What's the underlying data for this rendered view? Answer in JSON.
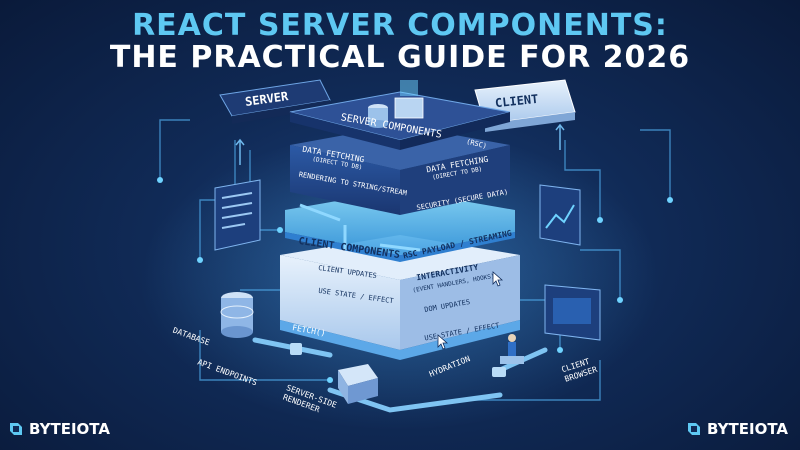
{
  "title": {
    "line1": "REACT SERVER COMPONENTS:",
    "line2": "THE PRACTICAL GUIDE FOR 2026"
  },
  "tags": {
    "server": "SERVER",
    "client": "CLIENT"
  },
  "stack": {
    "top_heading": "SERVER COMPONENTS",
    "top_sub": "(RSC)",
    "server_layer": {
      "item1": "DATA FETCHING",
      "item1_sub": "(DIRECT TO DB)",
      "item2": "DATA FETCHING",
      "item2_sub": "(DIRECT TO DB)",
      "item3": "RENDERING TO STRING/STREAM",
      "item4": "SECURITY (SECURE DATA)"
    },
    "middle": {
      "payload": "RSC PAYLOAD / STREAMING"
    },
    "client_layer": {
      "heading": "CLIENT COMPONENTS",
      "item1": "CLIENT UPDATES",
      "item2": "USE STATE / EFFECT",
      "item3": "INTERACTIVITY",
      "item3_sub": "(EVENT HANDLERS, HOOKS)",
      "item4": "DOM UPDATES",
      "item5": "USE STATE / EFFECT"
    }
  },
  "flow": {
    "database": "DATABASE",
    "fetch": "FETCH()",
    "api": "API ENDPOINTS",
    "ssr": "SERVER-SIDE RENDERER",
    "hydration": "HYDRATION",
    "browser": "CLIENT BROWSER"
  },
  "brand": {
    "name": "BYTEIOTA"
  },
  "colors": {
    "accent": "#5ec8f2",
    "background": "#102a56",
    "server_block": "#2b4a85",
    "client_block": "#cfe2f7",
    "glow": "#6fd3ff"
  }
}
